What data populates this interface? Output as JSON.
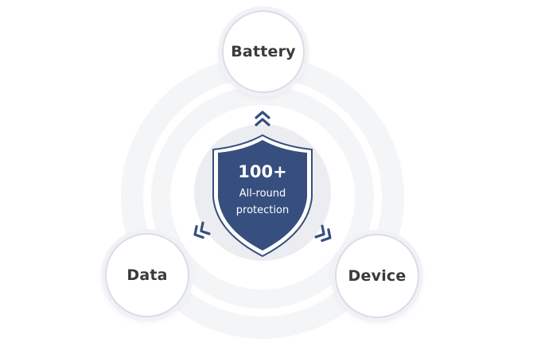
{
  "nodes": {
    "battery": "Battery",
    "data": "Data",
    "device": "Device"
  },
  "shield": {
    "number": "100+",
    "line1": "All-round",
    "line2": "protection"
  },
  "colors": {
    "shield_fill": "#364f7f",
    "ring_light": "#f4f5f7",
    "ring_mid": "#ecedf1",
    "node_border": "#dadde6",
    "node_text": "#3a3a3a",
    "chevron": "#364f7f"
  }
}
